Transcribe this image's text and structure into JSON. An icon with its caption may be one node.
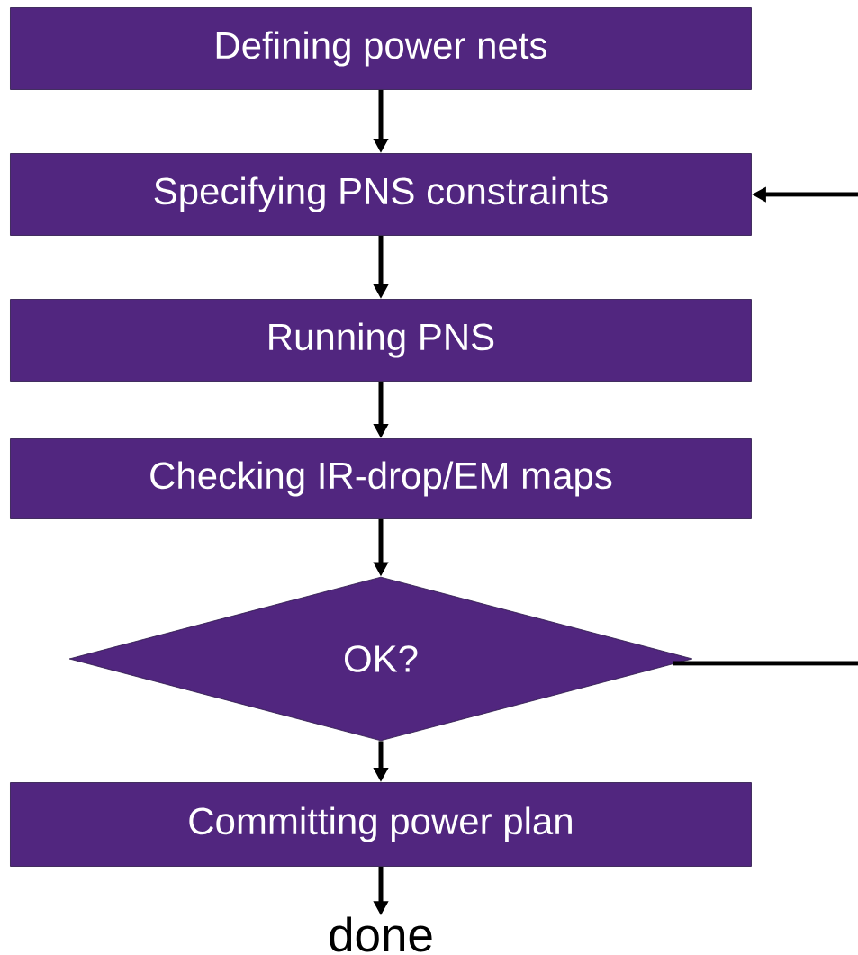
{
  "diagram": {
    "nodes": [
      {
        "text": [
          "Defining power nets"
        ]
      },
      {
        "text": [
          "Specifying PNS constraints"
        ]
      },
      {
        "text": [
          "Running PNS"
        ]
      },
      {
        "text": [
          "Checking IR-drop/EM maps"
        ]
      },
      {
        "text": [
          "OK?"
        ]
      },
      {
        "text": [
          "Committing power plan"
        ]
      },
      {
        "text": [
          "done"
        ]
      }
    ],
    "edges": [
      {
        "from": 0,
        "to": 1,
        "arrow": "to"
      },
      {
        "from": 1,
        "to": 2,
        "arrow": "to"
      },
      {
        "from": 2,
        "to": 3,
        "arrow": "to"
      },
      {
        "from": 3,
        "to": 4,
        "arrow": "to"
      },
      {
        "from": 4,
        "to": 5,
        "arrow": "to"
      },
      {
        "from": 5,
        "to": 6,
        "arrow": "to"
      },
      {
        "from": 4,
        "to": null,
        "arrow": "none"
      },
      {
        "from": null,
        "to": 1,
        "arrow": "to"
      }
    ]
  }
}
